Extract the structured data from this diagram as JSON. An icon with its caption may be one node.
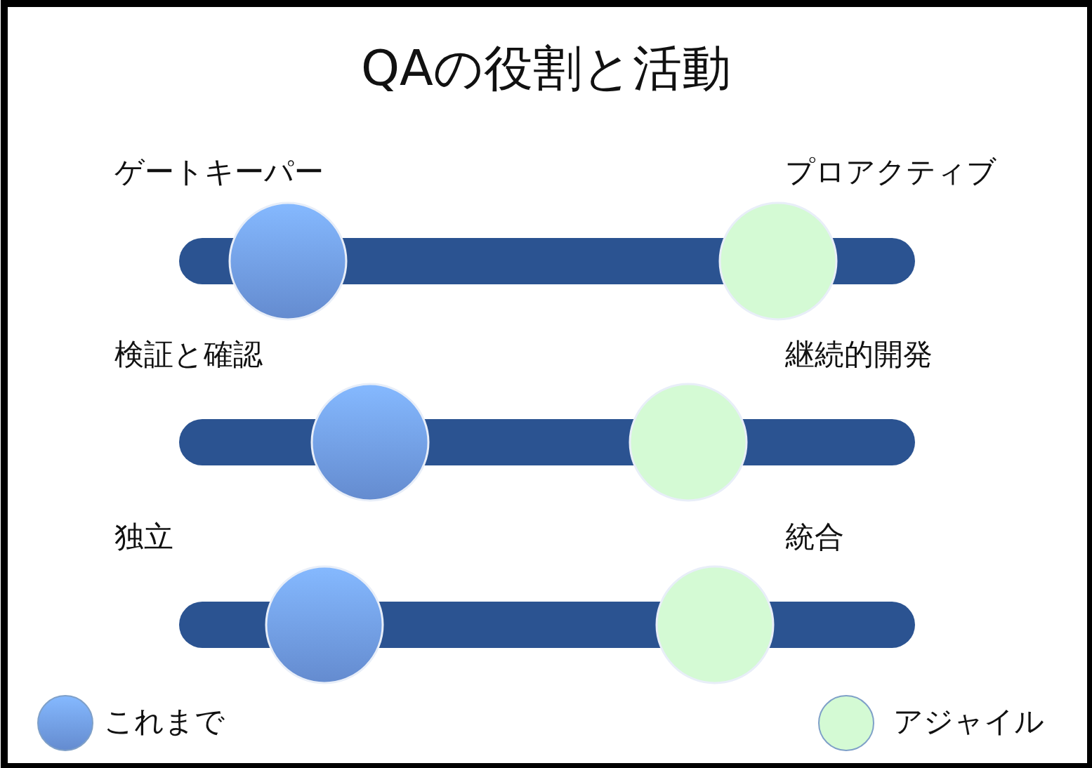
{
  "diagram": {
    "title": "QAの役割と活動",
    "labels": [
      "ゲートキーパー",
      "プロアクティブ",
      "検証と確認",
      "継続的開発",
      "独立",
      "統合"
    ],
    "legend": [
      {
        "text": "これまで",
        "color": "#6f9be6"
      },
      {
        "text": "アジャイル",
        "color": "#d4fad4"
      }
    ]
  }
}
